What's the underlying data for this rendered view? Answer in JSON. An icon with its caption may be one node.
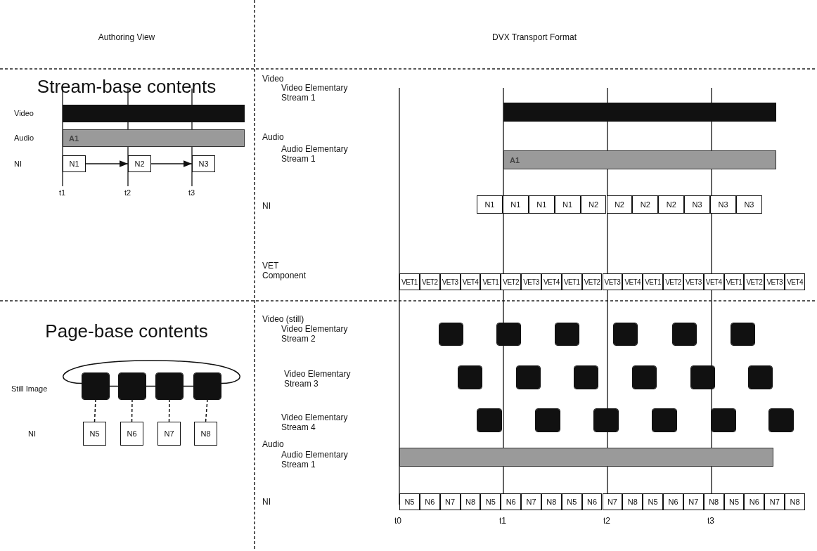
{
  "diagram": {
    "nodes": [
      {
        "text": [],
        "shape": "bar"
      },
      {
        "text": [
          "A1"
        ]
      },
      {
        "text": [
          "N1"
        ]
      },
      {
        "text": [
          "N2"
        ]
      },
      {
        "text": [
          "N3"
        ]
      },
      {
        "text": [],
        "shape": "bar"
      },
      {
        "text": [
          "A1"
        ]
      },
      {
        "text": [
          "N1"
        ]
      },
      {
        "text": [
          "N1"
        ]
      },
      {
        "text": [
          "N1"
        ]
      },
      {
        "text": [
          "N1"
        ]
      },
      {
        "text": [
          "N2"
        ]
      },
      {
        "text": [
          "N2"
        ]
      },
      {
        "text": [
          "N2"
        ]
      },
      {
        "text": [
          "N2"
        ]
      },
      {
        "text": [
          "N3"
        ]
      },
      {
        "text": [
          "N3"
        ]
      },
      {
        "text": [
          "N3"
        ]
      },
      {
        "text": [
          "VET1"
        ]
      },
      {
        "text": [
          "VET2"
        ]
      },
      {
        "text": [
          "VET3"
        ]
      },
      {
        "text": [
          "VET4"
        ]
      },
      {
        "text": [
          "VET1"
        ]
      },
      {
        "text": [
          "VET2"
        ]
      },
      {
        "text": [
          "VET3"
        ]
      },
      {
        "text": [
          "VET4"
        ]
      },
      {
        "text": [
          "VET1"
        ]
      },
      {
        "text": [
          "VET2"
        ]
      },
      {
        "text": [
          "VET3"
        ]
      },
      {
        "text": [
          "VET4"
        ]
      },
      {
        "text": [
          "VET1"
        ]
      },
      {
        "text": [
          "VET2"
        ]
      },
      {
        "text": [
          "VET3"
        ]
      },
      {
        "text": [
          "VET4"
        ]
      },
      {
        "text": [
          "VET1"
        ]
      },
      {
        "text": [
          "VET2"
        ]
      },
      {
        "text": [
          "VET3"
        ]
      },
      {
        "text": [
          "VET4"
        ]
      },
      {
        "text": [],
        "shape": "box"
      },
      {
        "text": [],
        "shape": "box"
      },
      {
        "text": [],
        "shape": "box"
      },
      {
        "text": [],
        "shape": "box"
      },
      {
        "text": [],
        "shape": "box"
      },
      {
        "text": [],
        "shape": "box"
      },
      {
        "text": [],
        "shape": "box"
      },
      {
        "text": [],
        "shape": "box"
      },
      {
        "text": [],
        "shape": "box"
      },
      {
        "text": [],
        "shape": "box"
      },
      {
        "text": [],
        "shape": "box"
      },
      {
        "text": [],
        "shape": "box"
      },
      {
        "text": [],
        "shape": "box"
      },
      {
        "text": [],
        "shape": "box"
      },
      {
        "text": [],
        "shape": "box"
      },
      {
        "text": [],
        "shape": "box"
      },
      {
        "text": [],
        "shape": "box"
      },
      {
        "text": [],
        "shape": "box"
      },
      {
        "text": [],
        "shape": "bar"
      },
      {
        "text": [
          "N5"
        ]
      },
      {
        "text": [
          "N6"
        ]
      },
      {
        "text": [
          "N7"
        ]
      },
      {
        "text": [
          "N8"
        ]
      },
      {
        "text": [
          "N5"
        ]
      },
      {
        "text": [
          "N6"
        ]
      },
      {
        "text": [
          "N7"
        ]
      },
      {
        "text": [
          "N8"
        ]
      },
      {
        "text": [
          "N5"
        ]
      },
      {
        "text": [
          "N6"
        ]
      },
      {
        "text": [
          "N7"
        ]
      },
      {
        "text": [
          "N8"
        ]
      },
      {
        "text": [
          "N5"
        ]
      },
      {
        "text": [
          "N6"
        ]
      },
      {
        "text": [
          "N7"
        ]
      },
      {
        "text": [
          "N8"
        ]
      },
      {
        "text": [
          "N5"
        ]
      },
      {
        "text": [
          "N6"
        ]
      },
      {
        "text": [
          "N7"
        ]
      },
      {
        "text": [
          "N8"
        ]
      },
      {
        "text": [],
        "shape": "box"
      },
      {
        "text": [],
        "shape": "box"
      },
      {
        "text": [],
        "shape": "box"
      },
      {
        "text": [],
        "shape": "box"
      },
      {
        "text": [
          "N5"
        ]
      },
      {
        "text": [
          "N6"
        ]
      },
      {
        "text": [
          "N7"
        ]
      },
      {
        "text": [
          "N8"
        ]
      }
    ],
    "edges": [
      {
        "from": 2,
        "to": 3,
        "arrow": "to"
      },
      {
        "from": 3,
        "to": 4,
        "arrow": "to"
      },
      {
        "from": 77,
        "to": 78,
        "arrow": "none"
      },
      {
        "from": 78,
        "to": 79,
        "arrow": "none"
      },
      {
        "from": 79,
        "to": 80,
        "arrow": "none"
      },
      {
        "from": 80,
        "to": 77,
        "arrow": "none"
      },
      {
        "from": 77,
        "to": 81,
        "arrow": "none",
        "style": "dashed"
      },
      {
        "from": 78,
        "to": 82,
        "arrow": "none",
        "style": "dashed"
      },
      {
        "from": 79,
        "to": 83,
        "arrow": "none",
        "style": "dashed"
      },
      {
        "from": 80,
        "to": 84,
        "arrow": "none",
        "style": "dashed"
      }
    ],
    "labels": [
      "Authoring View",
      "DVX Transport Format",
      "Stream-base contents",
      "Video",
      "Audio",
      "NI",
      "t1",
      "t2",
      "t3",
      "Video",
      "Video Elementary Stream 1",
      "Audio",
      "Audio Elementary Stream 1",
      "NI",
      "VET Component",
      "Page-base contents",
      "Video (still)",
      "Video Elementary Stream 2",
      "Still Image",
      "Video Elementary Stream 3",
      "NI",
      "Video Elementary Stream 4",
      "Audio",
      "Audio Elementary Stream 1",
      "NI",
      "t0",
      "t1",
      "t2",
      "t3"
    ]
  }
}
